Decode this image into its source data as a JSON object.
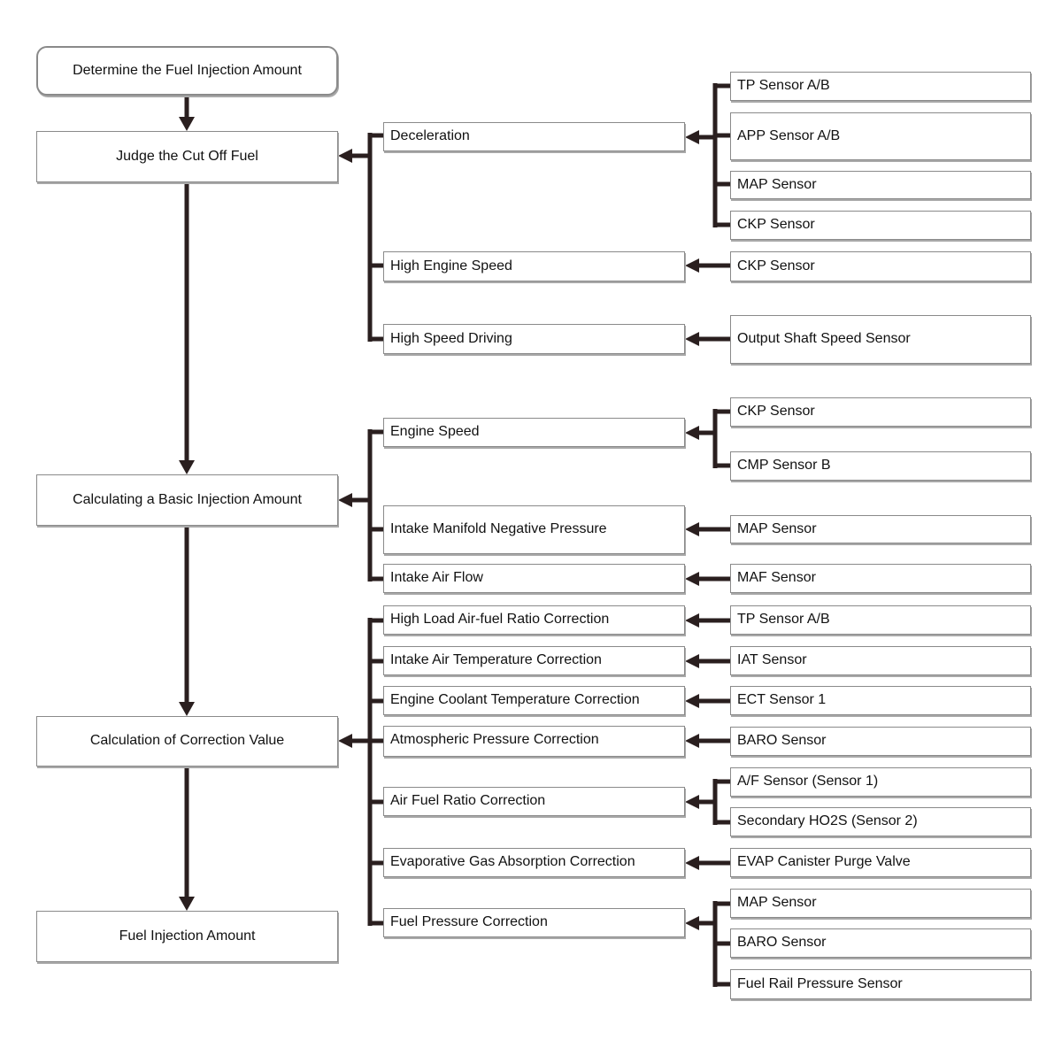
{
  "main": {
    "start": "Determine the Fuel Injection Amount",
    "judge": "Judge the Cut Off Fuel",
    "basic": "Calculating a Basic Injection Amount",
    "correction": "Calculation of Correction Value",
    "result": "Fuel Injection Amount"
  },
  "cutoff": {
    "deceleration": {
      "label": "Deceleration",
      "sensors": [
        "TP Sensor A/B",
        "APP Sensor A/B",
        "MAP Sensor",
        "CKP Sensor"
      ]
    },
    "high_engine_speed": {
      "label": "High Engine Speed",
      "sensors": [
        "CKP Sensor"
      ]
    },
    "high_speed_driving": {
      "label": "High Speed Driving",
      "sensors": [
        "Output Shaft Speed Sensor"
      ]
    }
  },
  "basic": {
    "engine_speed": {
      "label": "Engine Speed",
      "sensors": [
        "CKP Sensor",
        "CMP Sensor B"
      ]
    },
    "intake_manifold": {
      "label": "Intake Manifold Negative Pressure",
      "sensors": [
        "MAP Sensor"
      ]
    },
    "intake_air_flow": {
      "label": "Intake Air Flow",
      "sensors": [
        "MAF Sensor"
      ]
    }
  },
  "correction": {
    "high_load": {
      "label": "High Load Air-fuel Ratio Correction",
      "sensors": [
        "TP Sensor A/B"
      ]
    },
    "intake_air_temp": {
      "label": "Intake Air Temperature Correction",
      "sensors": [
        "IAT Sensor"
      ]
    },
    "coolant_temp": {
      "label": "Engine Coolant Temperature Correction",
      "sensors": [
        "ECT Sensor 1"
      ]
    },
    "atmospheric": {
      "label": "Atmospheric Pressure Correction",
      "sensors": [
        "BARO Sensor"
      ]
    },
    "air_fuel_ratio": {
      "label": "Air Fuel Ratio Correction",
      "sensors": [
        "A/F Sensor (Sensor 1)",
        "Secondary HO2S (Sensor 2)"
      ]
    },
    "evaporative": {
      "label": "Evaporative Gas Absorption Correction",
      "sensors": [
        "EVAP Canister Purge Valve"
      ]
    },
    "fuel_pressure": {
      "label": "Fuel Pressure Correction",
      "sensors": [
        "MAP Sensor",
        "BARO Sensor",
        "Fuel Rail Pressure Sensor"
      ]
    }
  },
  "colors": {
    "connector": "#2a1f1f",
    "box_border": "#8a8a8a",
    "text": "#111111"
  }
}
